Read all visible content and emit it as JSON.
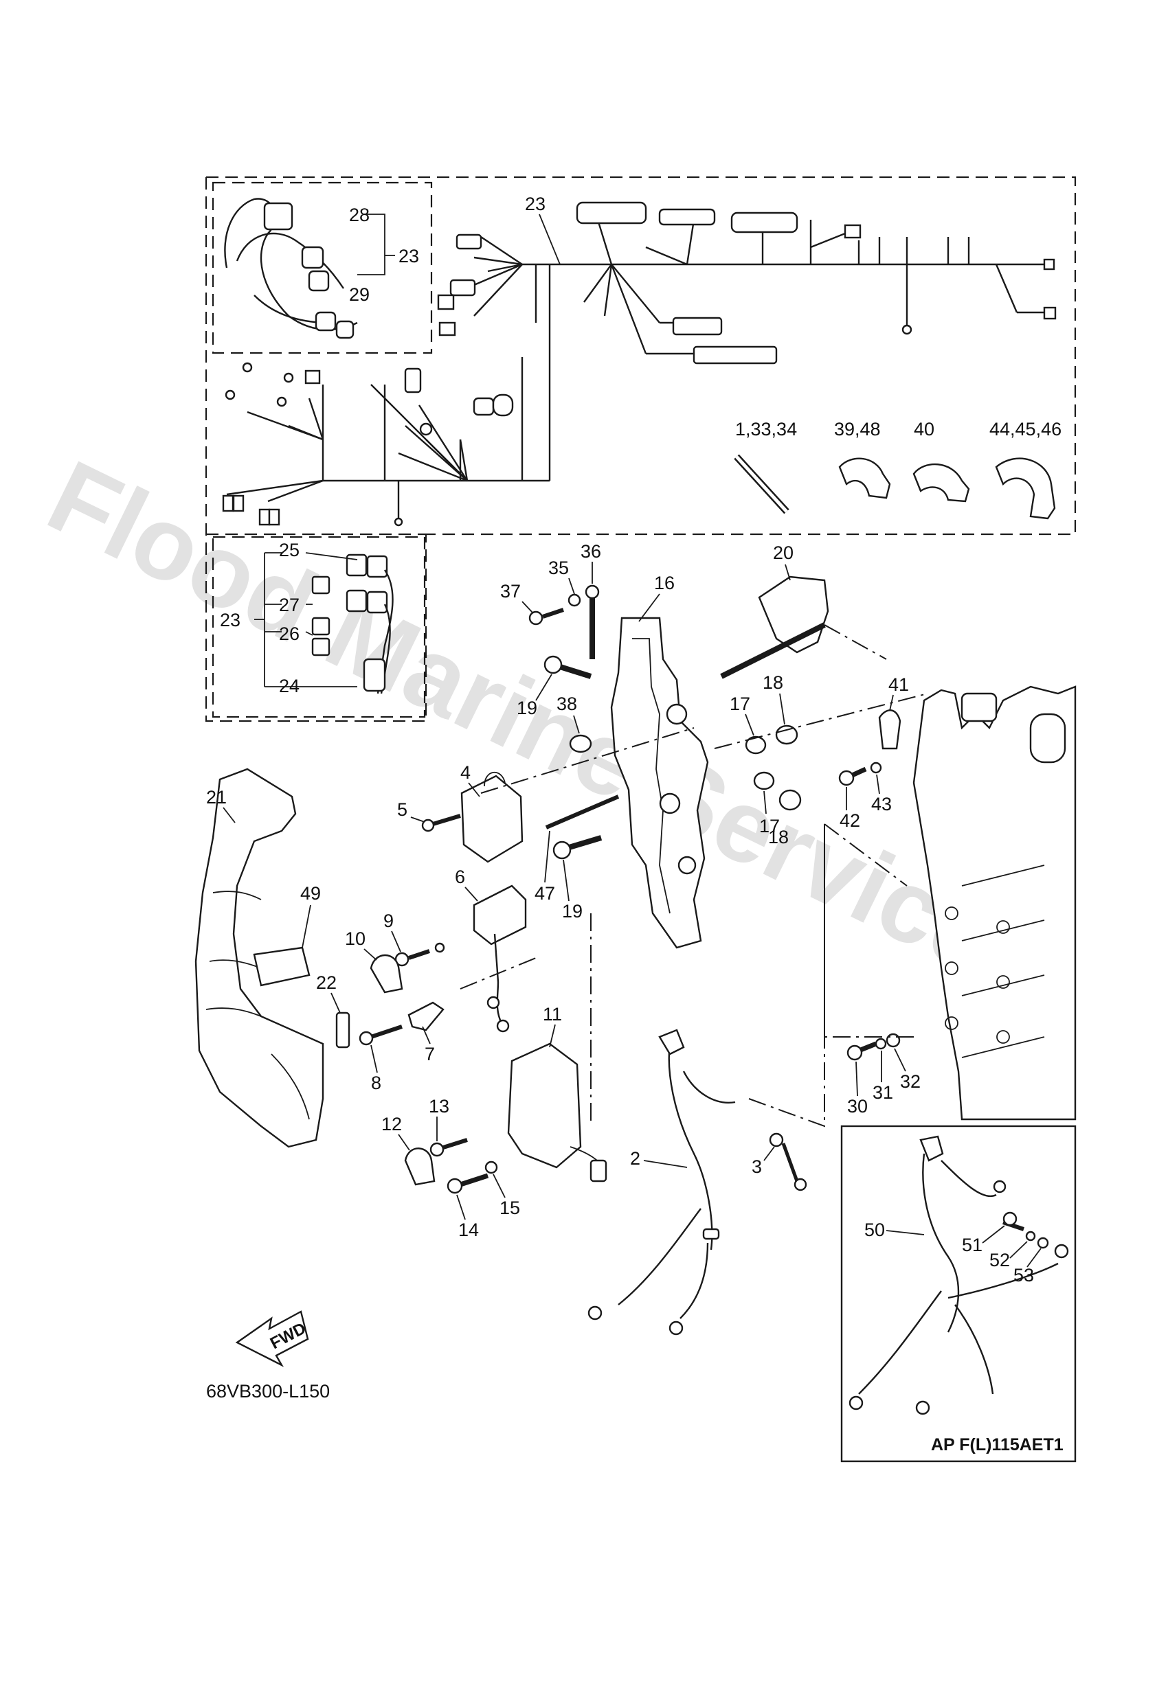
{
  "watermark": "Flood Marine Services",
  "diagram_code": "68VB300-L150",
  "inset_label": "AP F(L)115AET1",
  "fwd_label": "FWD",
  "callouts": {
    "c1_33_34": "1,33,34",
    "c2": "2",
    "c3": "3",
    "c4": "4",
    "c5": "5",
    "c6": "6",
    "c7": "7",
    "c8": "8",
    "c9": "9",
    "c10": "10",
    "c11": "11",
    "c12": "12",
    "c13": "13",
    "c14": "14",
    "c15": "15",
    "c16": "16",
    "c17a": "17",
    "c17b": "17",
    "c18a": "18",
    "c18b": "18",
    "c19a": "19",
    "c19b": "19",
    "c20": "20",
    "c21": "21",
    "c22": "22",
    "c23_top": "23",
    "c23_inset1": "23",
    "c23_inset2": "23",
    "c24": "24",
    "c25": "25",
    "c26": "26",
    "c27": "27",
    "c28": "28",
    "c29": "29",
    "c30": "30",
    "c31": "31",
    "c32": "32",
    "c35": "35",
    "c36": "36",
    "c37": "37",
    "c38": "38",
    "c39_48": "39,48",
    "c40": "40",
    "c41": "41",
    "c42": "42",
    "c43": "43",
    "c44_45_46": "44,45,46",
    "c47": "47",
    "c49": "49",
    "c50": "50",
    "c51": "51",
    "c52": "52",
    "c53": "53"
  }
}
